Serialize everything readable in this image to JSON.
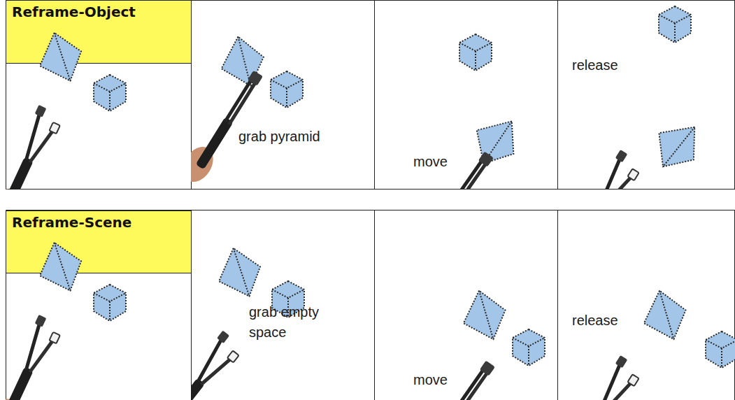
{
  "diagram": {
    "nodes": [
      {
        "text": [
          "Reframe-Object"
        ]
      },
      {
        "text": [
          "grab pyramid"
        ]
      },
      {
        "text": [
          "move"
        ]
      },
      {
        "text": [
          "release"
        ]
      },
      {
        "text": [
          "Reframe-Scene"
        ]
      },
      {
        "text": [
          "grab empty space"
        ]
      },
      {
        "text": [
          "move"
        ]
      },
      {
        "text": [
          "release"
        ]
      }
    ]
  }
}
